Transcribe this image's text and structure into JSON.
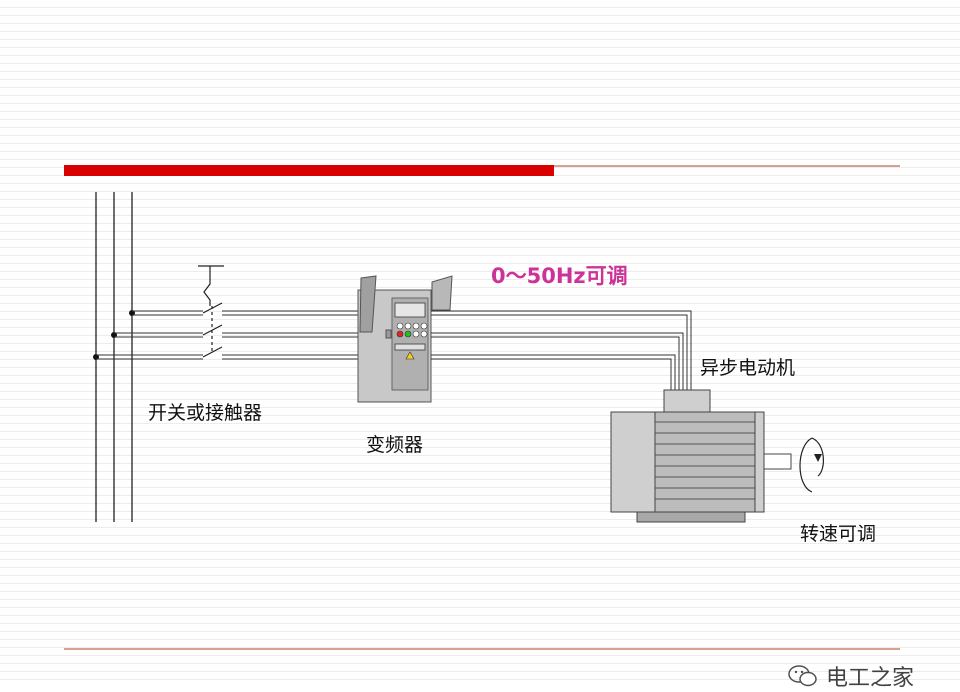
{
  "labels": {
    "frequency_range": "0～50Hz可调",
    "switch_or_contactor": "开关或接触器",
    "inverter": "变频器",
    "async_motor": "异步电动机",
    "speed_adjustable": "转速可调"
  },
  "watermark": {
    "text": "电工之家",
    "icon": "wechat-icon"
  },
  "colors": {
    "title_bar": "#d90000",
    "accent_line": "#b04020",
    "frequency_text": "#cc3399",
    "device_gray": "#c8c8c8"
  }
}
